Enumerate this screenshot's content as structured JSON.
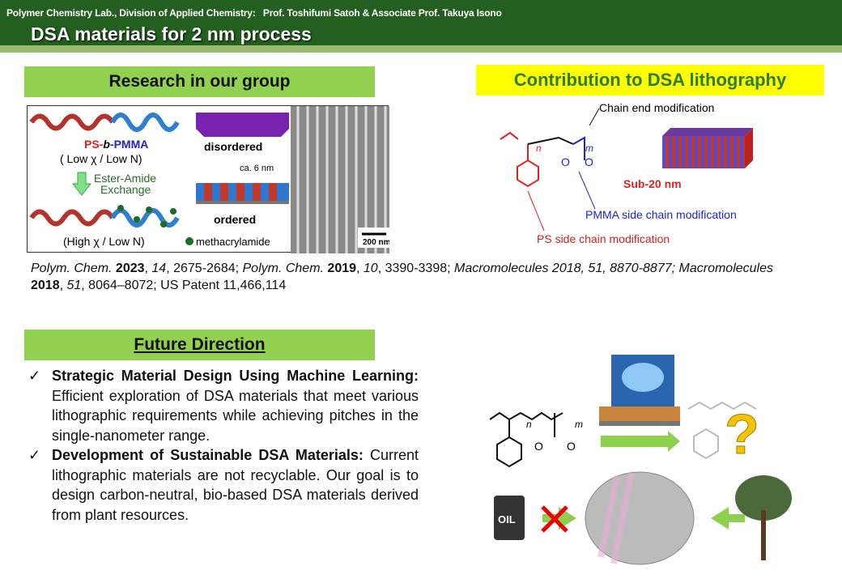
{
  "header": {
    "subtitle": "Polymer Chemistry Lab., Division of Applied Chemistry:   Prof. Toshifumi Satoh & Associate Prof. Takuya Isono",
    "title": "DSA materials for 2 nm process"
  },
  "research": {
    "heading": "Research in our group",
    "figure": {
      "polymer": "PS-b-PMMA",
      "low_chi": "( Low χ / Low N)",
      "exchange": "Ester-Amide Exchange",
      "high_chi": "(High χ / Low N)",
      "disordered": "disordered",
      "ordered": "ordered",
      "spacing": "ca. 6 nm",
      "legend": "methacrylamide",
      "scale": "200 nm"
    }
  },
  "contribution": {
    "heading": "Contribution to DSA lithography",
    "chain_end": "Chain end modification",
    "pmma_side": "PMMA side chain modification",
    "ps_side": "PS side chain modification",
    "sub20": "Sub-20 nm",
    "n": "n",
    "m": "m",
    "o": "O"
  },
  "references": [
    {
      "t": "Polym. Chem.",
      "s": "i"
    },
    {
      "t": " 2023",
      "s": "b"
    },
    {
      "t": ", ",
      "s": ""
    },
    {
      "t": "14",
      "s": "i"
    },
    {
      "t": ", 2675-2684; ",
      "s": ""
    },
    {
      "t": "Polym. Chem.",
      "s": "i"
    },
    {
      "t": " 2019",
      "s": "b"
    },
    {
      "t": ", ",
      "s": ""
    },
    {
      "t": "10",
      "s": "i"
    },
    {
      "t": ", 3390-3398; ",
      "s": ""
    },
    {
      "t": "Macromolecules 2018, 51, 8870-8877; Macromolecules",
      "s": "i"
    },
    {
      "t": " 2018",
      "s": "b"
    },
    {
      "t": ", ",
      "s": ""
    },
    {
      "t": "51",
      "s": "i"
    },
    {
      "t": ", 8064–8072; US Patent 11,466,114",
      "s": ""
    }
  ],
  "future": {
    "heading": "Future Direction",
    "check": "✓",
    "items": [
      {
        "bold": "Strategic Material Design Using Machine Learning:",
        "text": " Efficient exploration of DSA materials that meet various lithographic requirements while achieving pitches in the single-nanometer range."
      },
      {
        "bold": "Development of Sustainable DSA Materials:",
        "text": " Current lithographic materials are not recyclable. Our goal is to design carbon-neutral, bio-based DSA materials derived from plant resources."
      }
    ],
    "oil": "OIL",
    "question": "?"
  }
}
